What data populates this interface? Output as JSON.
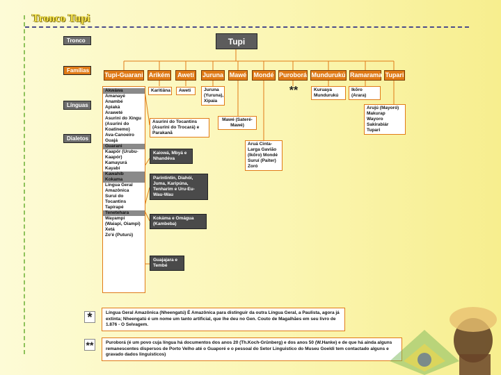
{
  "title": "Tronco Tupi",
  "row_labels": {
    "tronco": "Tronco",
    "familias": "Famílias",
    "linguas": "Línguas",
    "dialetos": "Dialetos"
  },
  "root": "Tupi",
  "families": [
    "Tupi-Guarani",
    "Arikém",
    "Aweti",
    "Juruna",
    "Mawé",
    "Mondé",
    "Puroborá",
    "Mundurukú",
    "Ramarama",
    "Tupari"
  ],
  "tg_languages": [
    {
      "text": "Akwáwa",
      "hl": true
    },
    {
      "text": "Amanayé"
    },
    {
      "text": "Anambé"
    },
    {
      "text": "Apiaká"
    },
    {
      "text": "Araweté"
    },
    {
      "text": "Asurini do Xingu (Asurini do Koatinemo)"
    },
    {
      "text": "Ava-Canoeiro"
    },
    {
      "text": "Guajá"
    },
    {
      "text": "Guarani",
      "hl": true
    },
    {
      "text": "Kaapór (Urubu-Kaapór)"
    },
    {
      "text": "Kamayurá"
    },
    {
      "text": "Kayabí"
    },
    {
      "text": "Kawahib",
      "hl": true
    },
    {
      "text": "Kokama",
      "hl": true
    },
    {
      "text": "Língua Geral Amazônica"
    },
    {
      "text": "Surui do Tocantins"
    },
    {
      "text": "Tapirapé"
    },
    {
      "text": "Tenetehara",
      "hl": true
    },
    {
      "text": "Wayampí (Waiapi, Oiampi)"
    },
    {
      "text": "Xetá"
    },
    {
      "text": "Zo'é (Puturú)"
    }
  ],
  "dialect_boxes": {
    "akwawa": "Asurini do Tocantins (Asurini do Trocará) e Parakanã",
    "guarani": "Kaiowá, Mbyá e Nhandéva",
    "kawahib": "Parintintin, Diahói, Juma, Karipúna, Tenharim e Uru-Eu-Wau-Wau",
    "kokama": "Kokáma e Omágua (Kambeba)",
    "tenetehara": "Guajajara e Tembé"
  },
  "family_languages": {
    "arikem": "Karitiâna",
    "aweti": "Aweti",
    "juruna": "Juruna (Yuruna), Xipaia",
    "purobora": "**",
    "munduruku": "Kuruaya Mundurukú",
    "ramarama": "Ikõro (Arara)",
    "tupari": "Arujú (Mayoró) Makurap Wayoro Sakirabiár Tupari"
  },
  "mawe_dialect": "Mawé (Sateré-Mawé)",
  "monde_dialects": "Aruá Cinta-Larga Gavião (Ikõro) Mondé Suruí (Paiter) Zoró",
  "notes": [
    {
      "mark": "*",
      "text": "Língua Geral Amazônica (Nheengatú) É Amazônica para distinguir da outra Língua Geral, a Paulista, agora já extinta; Nheengatú é um nome um tanto artificial, que lhe deu no Gen. Couto de Magalhães em seu livro de 1.876 - O Selvagem."
    },
    {
      "mark": "**",
      "text": "Puroborá (é um povo cuja língua há documentos dos anos 20 (Th.Koch-Grünberg) e dos anos 50 (W.Hanke) e de que há ainda alguns remanescentes dispersos de Porto Velho até o Guaporé e o pessoal do Setor Linguistico do Museu Goeldi tem contactado alguns e gravado dados linguisticos)"
    }
  ]
}
